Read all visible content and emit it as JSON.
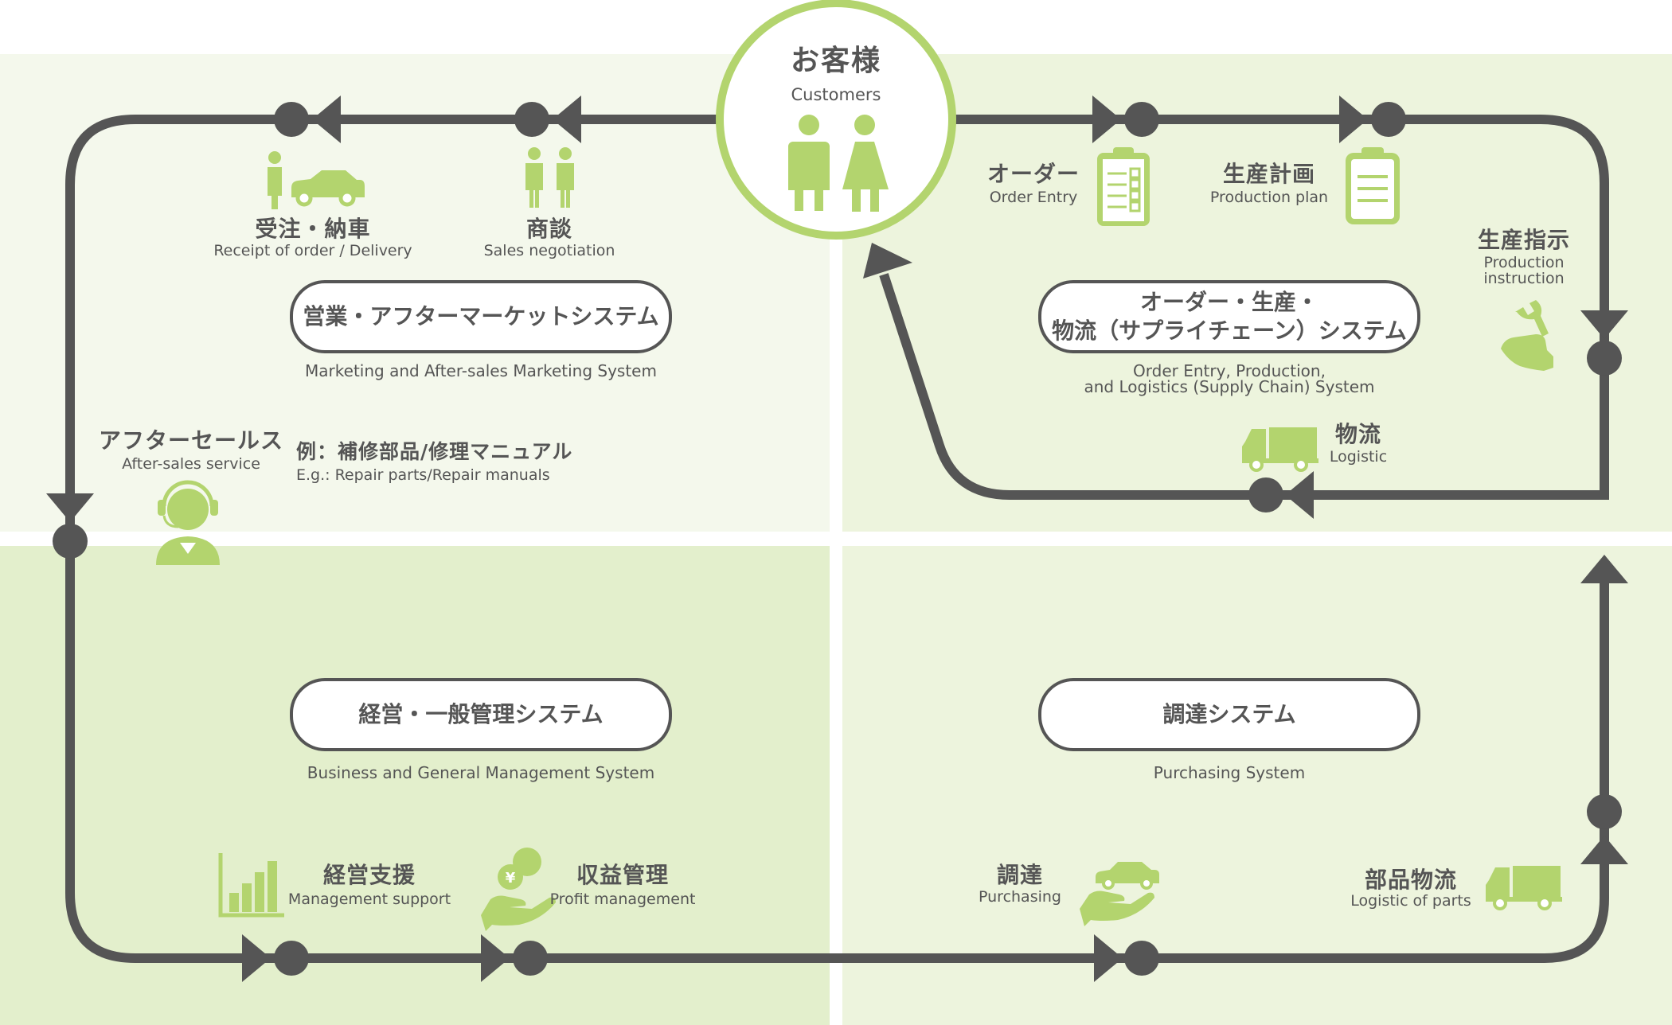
{
  "colors": {
    "accent": "#b3d46e",
    "accent_dark": "#9bc55a",
    "line": "#555555",
    "bg_light": "#f4f8ec",
    "bg_mid": "#edf4dd",
    "bg_strong": "#e3efcc"
  },
  "customers": {
    "ja": "お客様",
    "en": "Customers"
  },
  "nodes": {
    "receipt": {
      "ja": "受注・納車",
      "en": "Receipt of order / Delivery",
      "icon": "person-car-icon"
    },
    "sales": {
      "ja": "商談",
      "en": "Sales negotiation",
      "icon": "two-people-icon"
    },
    "order": {
      "ja": "オーダー",
      "en": "Order Entry",
      "icon": "checklist-clipboard-icon"
    },
    "plan": {
      "ja": "生産計画",
      "en": "Production plan",
      "icon": "clipboard-icon"
    },
    "instruction": {
      "ja": "生産指示",
      "en_line1": "Production",
      "en_line2": "instruction",
      "icon": "wrench-hand-icon"
    },
    "logistic": {
      "ja": "物流",
      "en": "Logistic",
      "icon": "truck-icon"
    },
    "aftersales": {
      "ja": "アフターセールス",
      "en": "After-sales service",
      "icon": "operator-headset-icon"
    },
    "example": {
      "ja": "例：補修部品/修理マニュアル",
      "en": "E.g.: Repair parts/Repair manuals"
    },
    "management": {
      "ja": "経営支援",
      "en": "Management support",
      "icon": "bar-chart-icon"
    },
    "profit": {
      "ja": "収益管理",
      "en": "Profit management",
      "icon": "yen-coin-hand-icon"
    },
    "purchasing": {
      "ja": "調達",
      "en": "Purchasing",
      "icon": "car-hand-icon"
    },
    "parts": {
      "ja": "部品物流",
      "en": "Logistic of parts",
      "icon": "truck-icon"
    }
  },
  "systems": {
    "marketing": {
      "ja": "営業・アフターマーケットシステム",
      "en": "Marketing and After-sales Marketing System"
    },
    "supply": {
      "ja_line1": "オーダー・生産・",
      "ja_line2": "物流（サプライチェーン）システム",
      "en_line1": "Order Entry, Production,",
      "en_line2": "and Logistics (Supply Chain) System"
    },
    "general": {
      "ja": "経営・一般管理システム",
      "en": "Business and General Management System"
    },
    "purchase": {
      "ja": "調達システム",
      "en": "Purchasing System"
    }
  }
}
